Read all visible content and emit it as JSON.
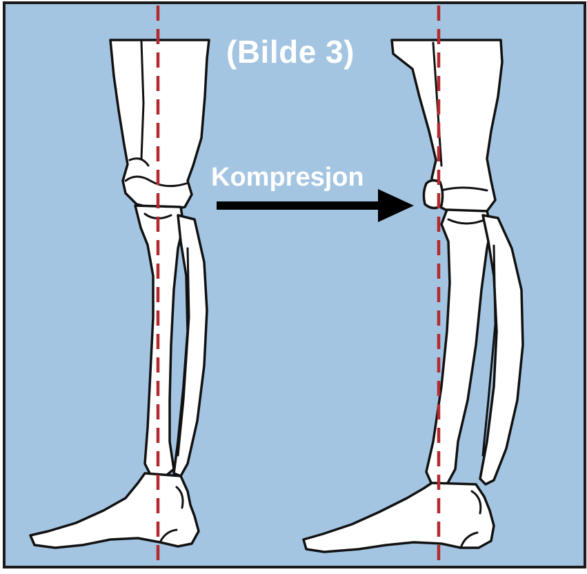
{
  "title": "(Bilde 3)",
  "arrow_label": "Kompresjon",
  "colors": {
    "background": "#a4c5e2",
    "frame": "#1a1a1a",
    "bone_fill": "#ffffff",
    "bone_outline": "#111111",
    "axis_line": "#b2292e",
    "arrow": "#000000",
    "text": "#ffffff"
  },
  "legs": [
    {
      "name": "left-leg"
    },
    {
      "name": "right-leg"
    }
  ]
}
